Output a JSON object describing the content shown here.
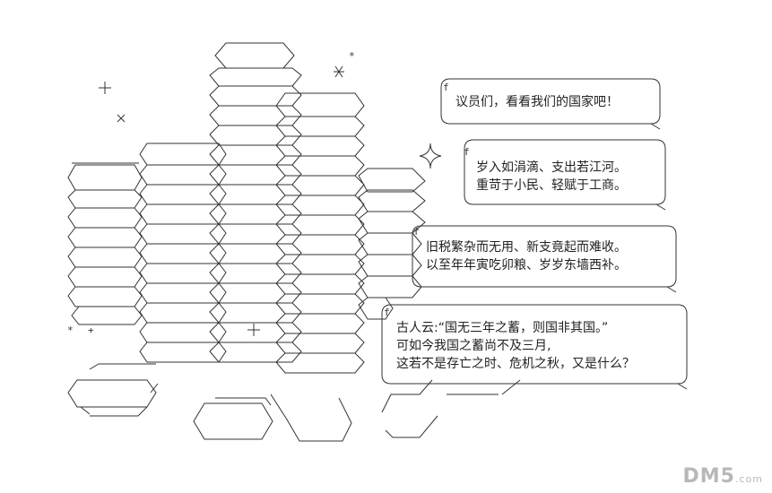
{
  "bubbles": [
    {
      "lines": [
        "议员们，看看我们的国家吧！"
      ]
    },
    {
      "lines": [
        "岁入如涓滴、支出若江河。",
        "重苛于小民、轻赋于工商。"
      ]
    },
    {
      "lines": [
        "旧税繁杂而无用、新支竟起而难收。",
        "以至年年寅吃卯粮、岁岁东墙西补。"
      ]
    },
    {
      "lines": [
        "古人云:“国无三年之蓄，则国非其国。”",
        "可如今我国之蓄尚不及三月,",
        "这若不是存亡之时、危机之秋，又是什么？"
      ]
    }
  ],
  "watermark": "DM5",
  "watermark_suffix": ".com",
  "colors": {
    "ink": "#222222",
    "watermark": "#b8b8b8"
  }
}
